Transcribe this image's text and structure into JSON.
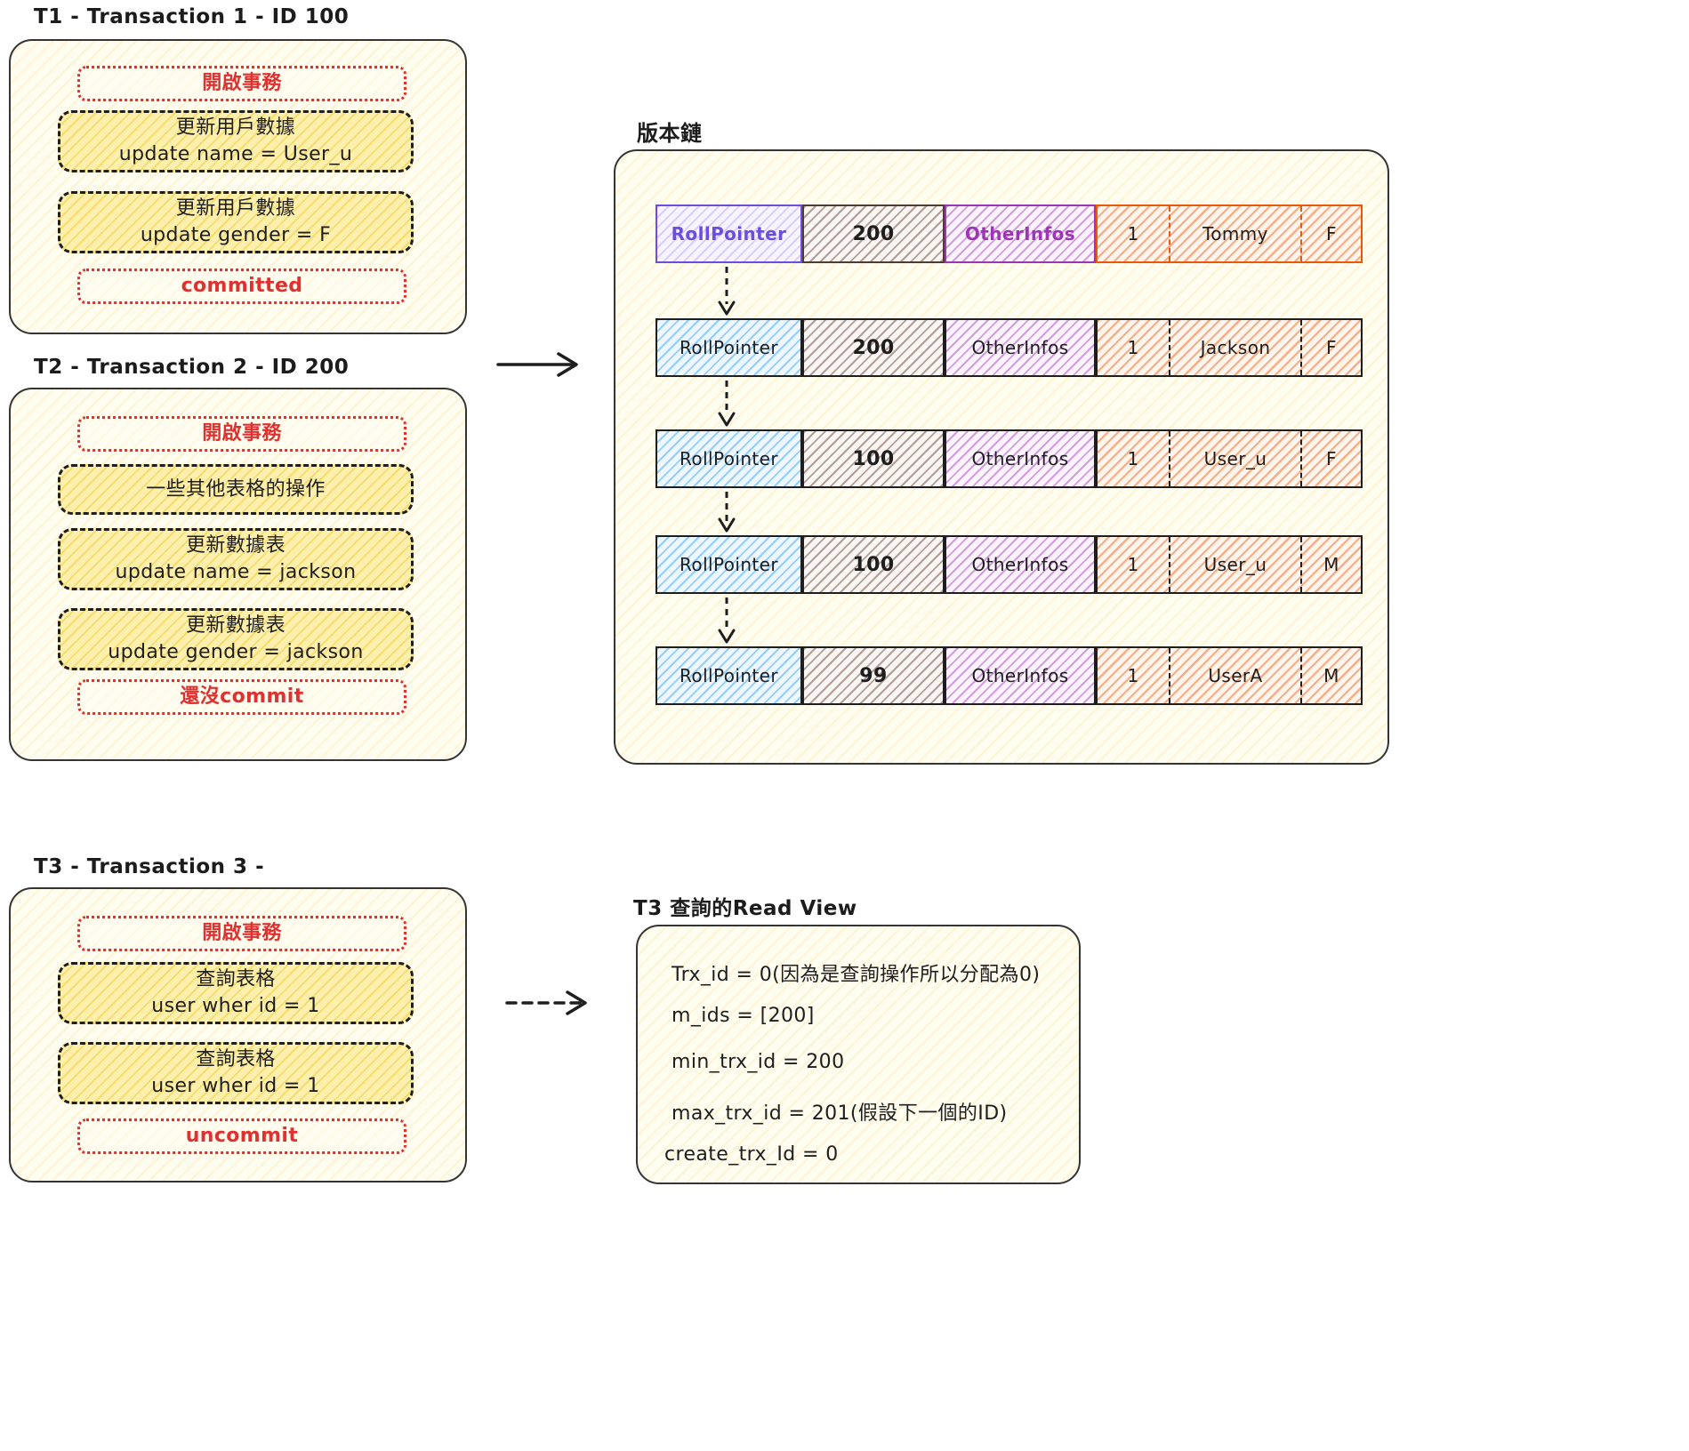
{
  "t1": {
    "title": "T1 - Transaction 1 - ID 100",
    "begin": "開啟事務",
    "step1_line1": "更新用戶數據",
    "step1_line2": "update name = User_u",
    "step2_line1": "更新用戶數據",
    "step2_line2": "update gender = F",
    "end": "committed"
  },
  "t2": {
    "title": "T2 - Transaction 2 - ID 200",
    "begin": "開啟事務",
    "step1_line1": "一些其他表格的操作",
    "step2_line1": "更新數據表",
    "step2_line2": "update name = jackson",
    "step3_line1": "更新數據表",
    "step3_line2": "update gender = jackson",
    "end": "還沒commit"
  },
  "t3": {
    "title": "T3 - Transaction 3 -",
    "begin": "開啟事務",
    "step1_line1": "查詢表格",
    "step1_line2": "user wher id = 1",
    "step2_line1": "查詢表格",
    "step2_line2": "user wher id = 1",
    "end": "uncommit"
  },
  "chain": {
    "title": "版本鏈",
    "rows": [
      {
        "roll": "RollPointer",
        "trx": "200",
        "other": "OtherInfos",
        "id": "1",
        "name": "Tommy",
        "gender": "F"
      },
      {
        "roll": "RollPointer",
        "trx": "200",
        "other": "OtherInfos",
        "id": "1",
        "name": "Jackson",
        "gender": "F"
      },
      {
        "roll": "RollPointer",
        "trx": "100",
        "other": "OtherInfos",
        "id": "1",
        "name": "User_u",
        "gender": "F"
      },
      {
        "roll": "RollPointer",
        "trx": "100",
        "other": "OtherInfos",
        "id": "1",
        "name": "User_u",
        "gender": "M"
      },
      {
        "roll": "RollPointer",
        "trx": "99",
        "other": "OtherInfos",
        "id": "1",
        "name": "UserA",
        "gender": "M"
      }
    ]
  },
  "readview": {
    "title": "T3 查詢的Read View",
    "line1": "Trx_id = 0(因為是查詢操作所以分配為0)",
    "line2": "m_ids = [200]",
    "line3": "min_trx_id = 200",
    "line4": "max_trx_id = 201(假設下一個的ID)",
    "line5": "create_trx_Id = 0"
  },
  "colors": {
    "red": "#e03131",
    "violet": "#6b4de0",
    "purple": "#9c36b5",
    "orange": "#e8590c",
    "blue": "#74c0fc",
    "brown": "#846358",
    "yellow_fill": "#fdf0ad",
    "panel_fill": "#fffcf0",
    "ink": "#1e1e1e"
  }
}
